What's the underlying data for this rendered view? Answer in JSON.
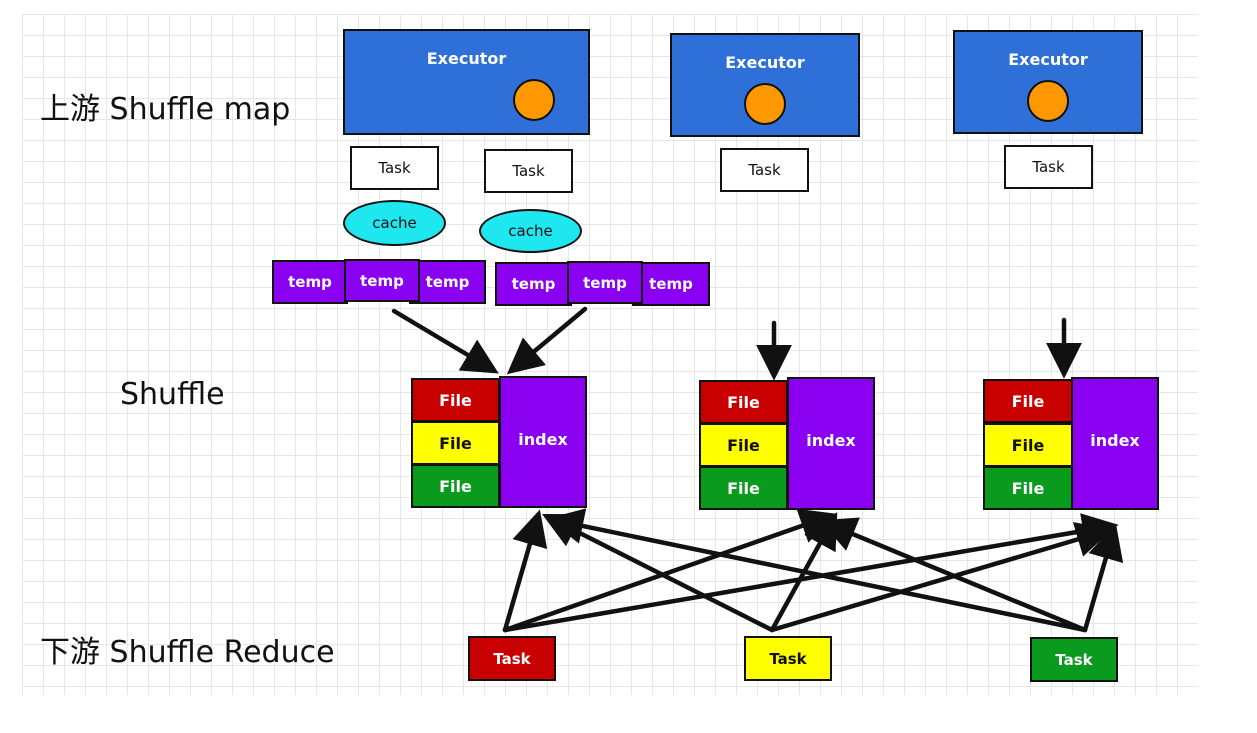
{
  "labels": {
    "upstream": "上游 Shuffle map",
    "shuffle": "Shuffle",
    "downstream": "下游 Shuffle Reduce"
  },
  "executors": [
    {
      "title": "Executor",
      "tasks": [
        "Task",
        "Task"
      ],
      "caches": [
        "cache",
        "cache"
      ],
      "temps": [
        "temp",
        "temp",
        "temp",
        "temp",
        "temp",
        "temp"
      ]
    },
    {
      "title": "Executor",
      "tasks": [
        "Task"
      ]
    },
    {
      "title": "Executor",
      "tasks": [
        "Task"
      ]
    }
  ],
  "shuffle_blocks": [
    {
      "files": [
        "File",
        "File",
        "File"
      ],
      "index": "index"
    },
    {
      "files": [
        "File",
        "File",
        "File"
      ],
      "index": "index"
    },
    {
      "files": [
        "File",
        "File",
        "File"
      ],
      "index": "index"
    }
  ],
  "reduce_tasks": [
    "Task",
    "Task",
    "Task"
  ],
  "colors": {
    "executor": "#2f6fd8",
    "core": "#ff9800",
    "cache": "#1fe7f0",
    "temp": "#8a00f0",
    "index": "#8a00f0",
    "red": "#c80000",
    "yellow": "#ffff00",
    "green": "#0a9a1e"
  }
}
